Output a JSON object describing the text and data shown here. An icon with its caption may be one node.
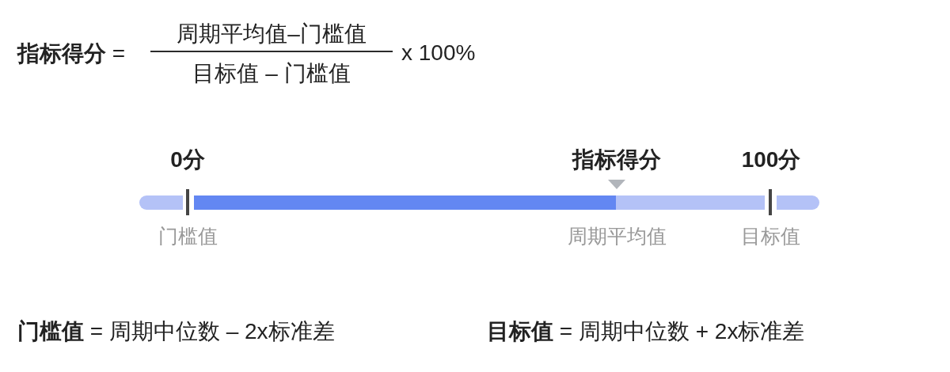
{
  "diagram": {
    "labels": [
      "**指标得分** =",
      "周期平均值–门槛值",
      "目标值 – 门槛值",
      "x 100%",
      "0分",
      "指标得分",
      "100分",
      "门槛值",
      "周期平均值",
      "目标值",
      "**门槛值** = 周期中位数 – 2x标准差",
      "**目标值** = 周期中位数 + 2x标准差"
    ]
  }
}
